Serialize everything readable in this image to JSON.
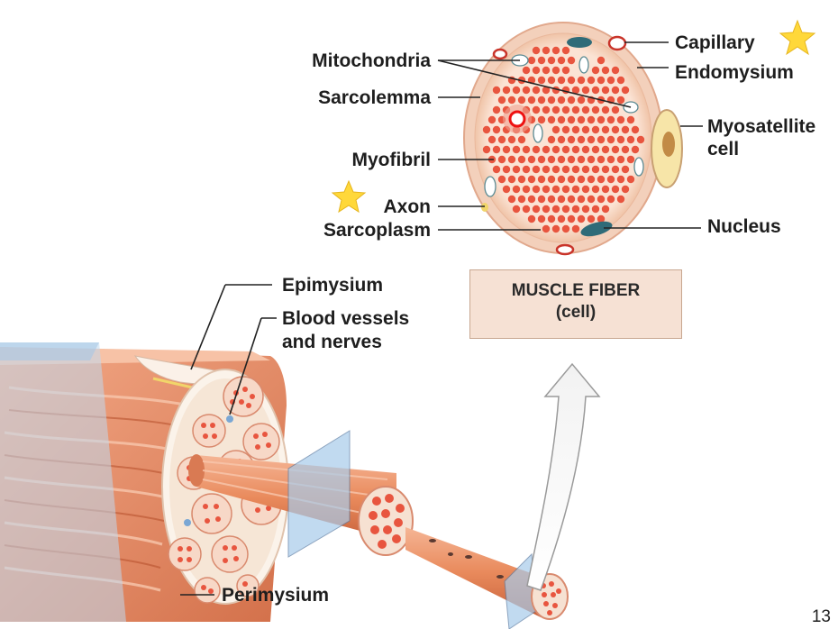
{
  "labels": {
    "mitochondria": "Mitochondria",
    "sarcolemma": "Sarcolemma",
    "myofibril": "Myofibril",
    "axon": "Axon",
    "sarcoplasm": "Sarcoplasm",
    "capillary": "Capillary",
    "endomysium": "Endomysium",
    "myosatellite_1": "Myosatellite",
    "myosatellite_2": "cell",
    "nucleus": "Nucleus",
    "epimysium": "Epimysium",
    "blood_vessels_1": "Blood vessels",
    "blood_vessels_2": "and nerves",
    "perimysium": "Perimysium"
  },
  "box": {
    "line1": "MUSCLE FIBER",
    "line2": "(cell)"
  },
  "page_number": "13",
  "colors": {
    "muscle": "#e98a5c",
    "muscle_dark": "#c8623b",
    "myofibril": "#e8553f",
    "cell_bg": "#f8dccc",
    "nucleus": "#2f6b78",
    "sheath": "#bfd9ee",
    "star": "#ffd83a",
    "line": "#222222"
  }
}
